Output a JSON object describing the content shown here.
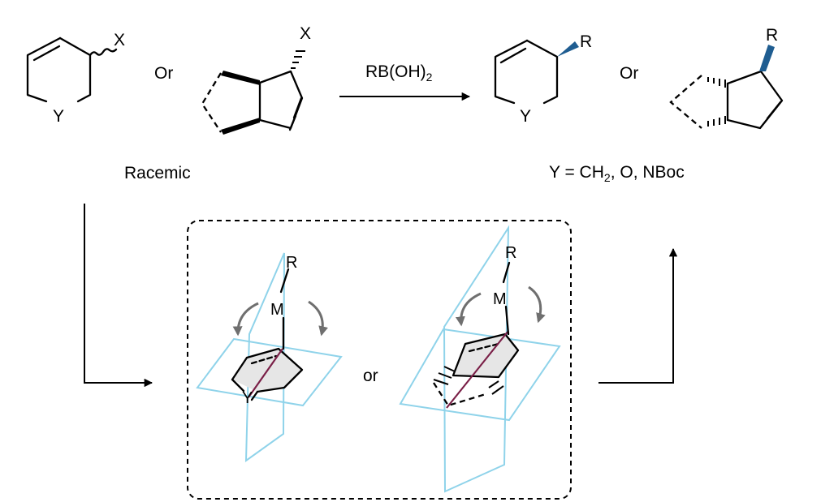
{
  "labels": {
    "x_sub": "X",
    "x_bicyclic": "X",
    "y_sm": "Y",
    "or_left": "Or",
    "reagent": "RB(OH)",
    "reagent_sub": "2",
    "r_product": "R",
    "y_product": "Y",
    "or_right": "Or",
    "r_bicyclic": "R",
    "racemic": "Racemic",
    "y_def_a": "Y = CH",
    "y_def_sub": "2",
    "y_def_b": ", O, NBoc",
    "r_ts1": "R",
    "m_ts1": "M",
    "y_ts1": "Y",
    "or_middle": "or",
    "r_ts2": "R",
    "m_ts2": "M"
  },
  "colors": {
    "plane": "#8fd3ea",
    "axis": "#7a1f47",
    "wedge": "#1f5d91",
    "curved_arrow": "#6f6f6f",
    "shade": "#e6e6e6"
  }
}
